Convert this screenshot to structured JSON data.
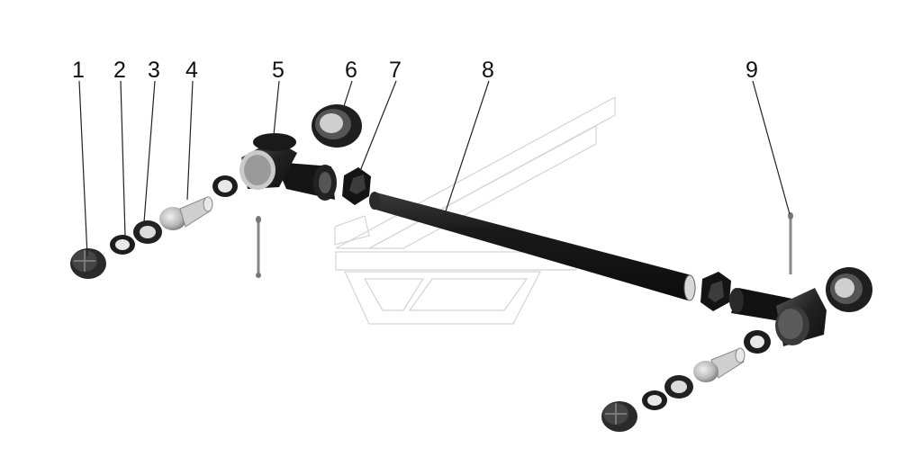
{
  "diagram": {
    "callouts": [
      "1",
      "2",
      "3",
      "4",
      "5",
      "6",
      "7",
      "8",
      "9"
    ]
  },
  "colors": {
    "part_dark": "#1b1b1b",
    "part_mid": "#4a4a4a",
    "part_light": "#bdbdbd",
    "watermark": "#d4d4d4",
    "leader": "#222222"
  }
}
